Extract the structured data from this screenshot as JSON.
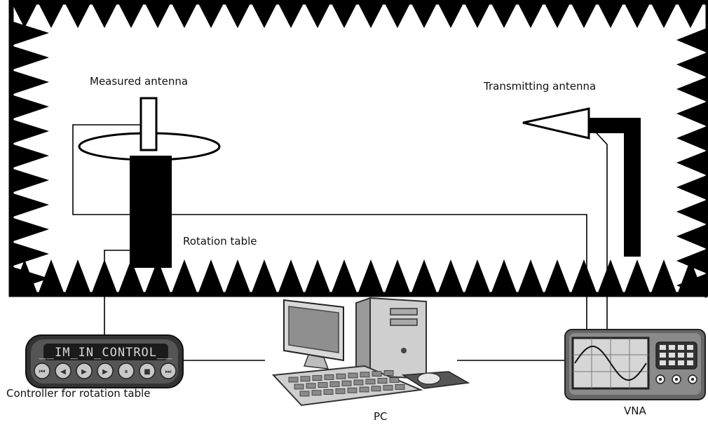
{
  "labels": {
    "measured_antenna": "Measured antenna",
    "transmitting_antenna": "Transmitting antenna",
    "rotation_table": "Rotation table",
    "controller": "Controller for rotation table",
    "pc": "PC",
    "vna": "VNA"
  },
  "controller_display_text": "__IM_IN_CONTROL__",
  "colors": {
    "chamber_border": "#000000",
    "absorber": "#000000",
    "device_dark": "#3a3a3a",
    "device_light": "#d9d9d9",
    "screen": "#9a9a9a"
  }
}
